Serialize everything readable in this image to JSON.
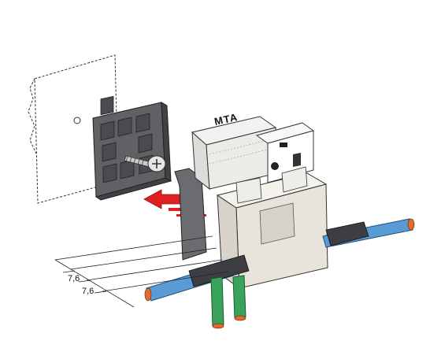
{
  "diagram": {
    "dimensions": [
      "7,6",
      "7,6"
    ],
    "fuse_brand": "MTA",
    "colors": {
      "plate_dark": "#5f6165",
      "plate_cell": "#494b4f",
      "holder_body": "#e8e4dc",
      "wire_blue": "#5b9bd5",
      "wire_green": "#3aa35b",
      "copper": "#e06b2e",
      "arrow_red": "#e02020",
      "clamp_dark": "#3c3e42"
    }
  }
}
